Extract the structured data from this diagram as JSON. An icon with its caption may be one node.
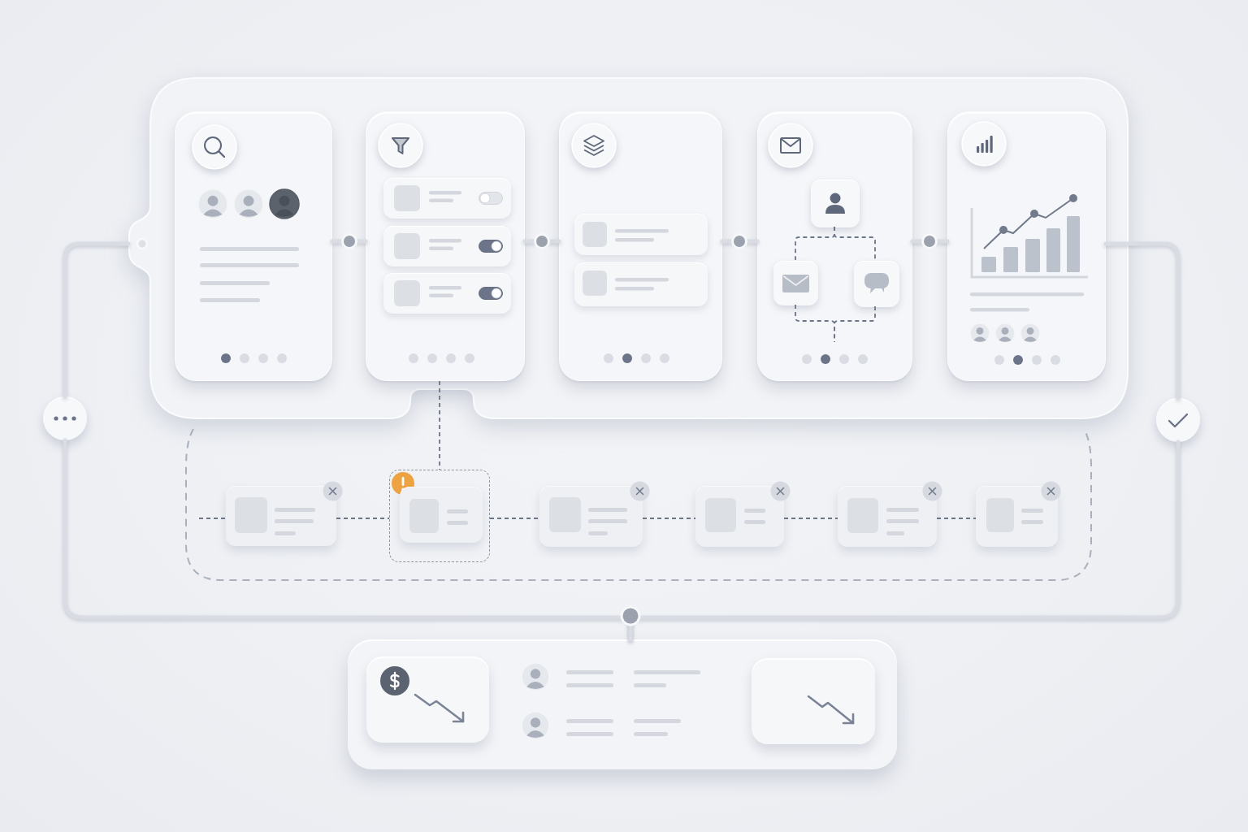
{
  "diagram": {
    "nodes": [
      {
        "text": [],
        "shape": "box"
      },
      {
        "text": [],
        "shape": "box",
        "in": 0
      },
      {
        "text": [],
        "shape": "box",
        "in": 0
      },
      {
        "text": [],
        "shape": "box",
        "in": 0
      },
      {
        "text": [],
        "shape": "box",
        "in": 0
      },
      {
        "text": [],
        "shape": "box",
        "in": 4
      },
      {
        "text": [],
        "shape": "box",
        "in": 4
      },
      {
        "text": [],
        "shape": "box",
        "in": 4
      },
      {
        "text": [],
        "shape": "box",
        "in": 0
      },
      {
        "text": [],
        "shape": "circle"
      },
      {
        "text": [],
        "shape": "circle"
      },
      {
        "text": [],
        "shape": "box"
      },
      {
        "text": [],
        "shape": "box",
        "in": 11
      },
      {
        "text": [],
        "shape": "box",
        "in": 11
      },
      {
        "text": [],
        "shape": "box",
        "in": 13
      },
      {
        "text": [],
        "shape": "box",
        "in": 11
      },
      {
        "text": [],
        "shape": "box",
        "in": 11
      },
      {
        "text": [],
        "shape": "box",
        "in": 11
      },
      {
        "text": [],
        "shape": "box",
        "in": 11
      },
      {
        "text": [],
        "shape": "box"
      },
      {
        "text": [],
        "shape": "box",
        "in": 19
      },
      {
        "text": [],
        "shape": "box",
        "in": 19
      }
    ],
    "edges": [
      {
        "from": 1,
        "to": 2,
        "arrow": "none",
        "style": "thick",
        "color": "#d9dde3"
      },
      {
        "from": 2,
        "to": 3,
        "arrow": "none",
        "style": "thick",
        "color": "#d9dde3"
      },
      {
        "from": 3,
        "to": 4,
        "arrow": "none",
        "style": "thick",
        "color": "#d9dde3"
      },
      {
        "from": 4,
        "to": 8,
        "arrow": "none",
        "style": "thick",
        "color": "#d9dde3"
      },
      {
        "from": 5,
        "to": 6,
        "arrow": "none",
        "style": "dashed"
      },
      {
        "from": 5,
        "to": 7,
        "arrow": "none",
        "style": "dashed"
      },
      {
        "from": 6,
        "to": null,
        "arrow": "none",
        "style": "dashed"
      },
      {
        "from": 7,
        "to": null,
        "arrow": "none",
        "style": "dashed"
      },
      {
        "from": 0,
        "to": 9,
        "arrow": "none",
        "style": "thick",
        "color": "#d9dde3"
      },
      {
        "from": 8,
        "to": 10,
        "arrow": "none",
        "style": "thick",
        "color": "#d9dde3"
      },
      {
        "from": 2,
        "to": 13,
        "arrow": "none",
        "style": "dashed"
      },
      {
        "from": null,
        "to": 12,
        "arrow": "none",
        "style": "dashed"
      },
      {
        "from": 12,
        "to": 13,
        "arrow": "none",
        "style": "dashed"
      },
      {
        "from": 13,
        "to": 15,
        "arrow": "none",
        "style": "dashed"
      },
      {
        "from": 15,
        "to": 16,
        "arrow": "none",
        "style": "dashed"
      },
      {
        "from": 16,
        "to": 17,
        "arrow": "none",
        "style": "dashed"
      },
      {
        "from": 17,
        "to": 18,
        "arrow": "none",
        "style": "dashed"
      },
      {
        "from": 9,
        "to": 19,
        "arrow": "none",
        "style": "thick",
        "color": "#d9dde3"
      },
      {
        "from": 10,
        "to": 19,
        "arrow": "none",
        "style": "thick",
        "color": "#d9dde3"
      }
    ]
  }
}
